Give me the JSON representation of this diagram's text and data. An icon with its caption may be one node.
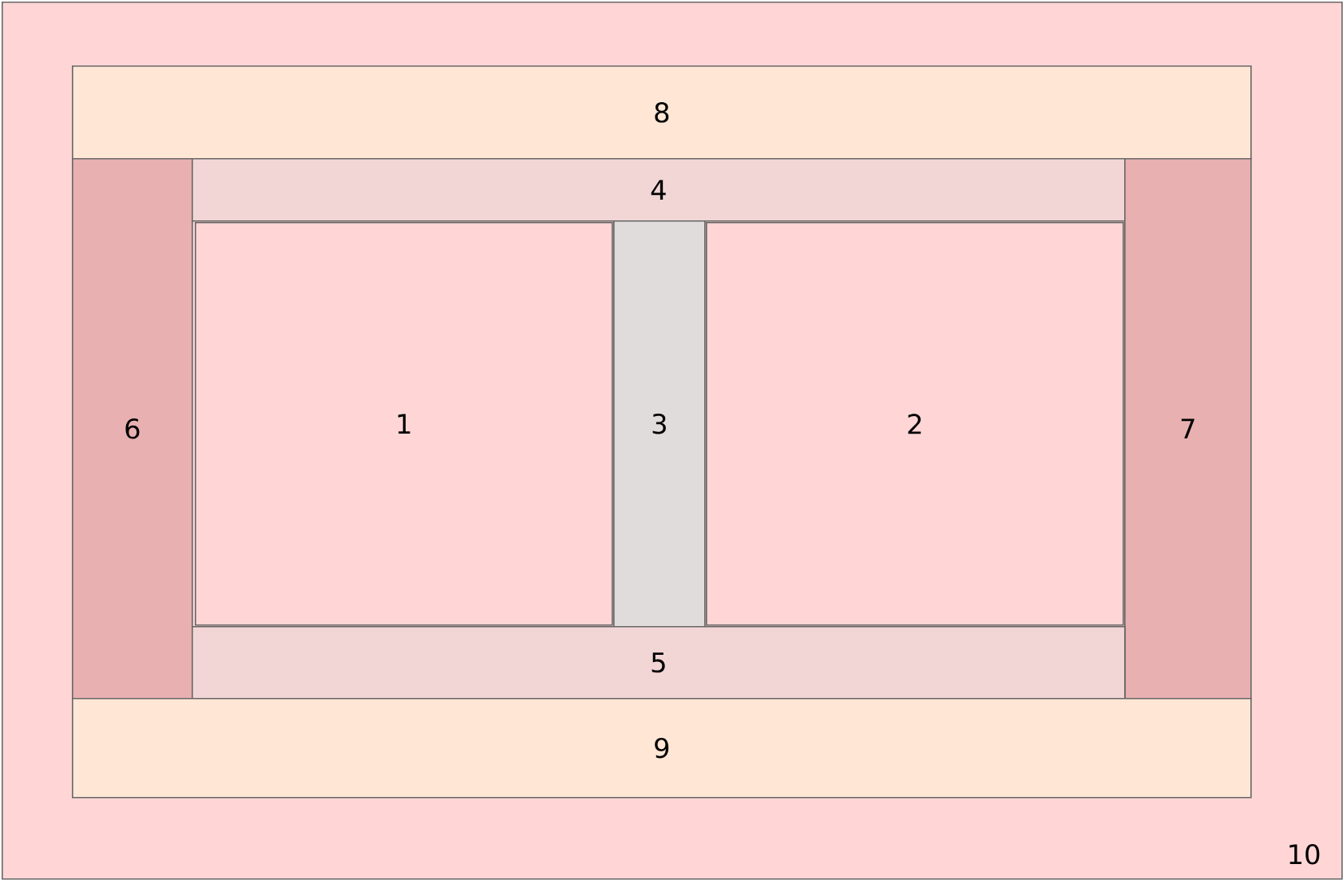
{
  "diagram": {
    "nodes": [
      {
        "text": [
          "10"
        ]
      },
      {
        "text": [
          "8"
        ],
        "in": 0
      },
      {
        "text": [
          "6"
        ],
        "in": 0
      },
      {
        "text": [
          "4"
        ],
        "in": 0
      },
      {
        "text": [
          "1"
        ],
        "in": 0
      },
      {
        "text": [
          "3"
        ],
        "in": 0
      },
      {
        "text": [
          "2"
        ],
        "in": 0
      },
      {
        "text": [
          "7"
        ],
        "in": 0
      },
      {
        "text": [
          "5"
        ],
        "in": 0
      },
      {
        "text": [
          "9"
        ],
        "in": 0
      }
    ]
  }
}
